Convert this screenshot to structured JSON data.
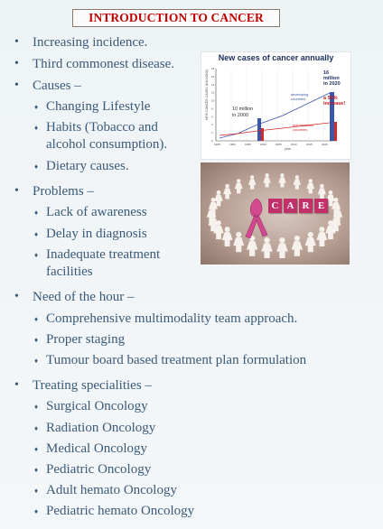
{
  "title": "INTRODUCTION TO CANCER",
  "bullets": {
    "b1": "Increasing incidence.",
    "b2": "Third commonest disease.",
    "b3": "Causes –",
    "b3a": "Changing Lifestyle",
    "b3b_line1": "Habits (Tobacco and",
    "b3b_line2": "alcohol consumption).",
    "b3c": "Dietary causes.",
    "b4": "Problems –",
    "b4a": "Lack of awareness",
    "b4b": "Delay in diagnosis",
    "b4c_line1": "Inadequate treatment",
    "b4c_line2": "facilities",
    "b5": "Need of the hour –",
    "b5a": "Comprehensive multimodality team approach.",
    "b5b": "Proper staging",
    "b5c": "Tumour board based treatment plan formulation",
    "b6": "Treating specialities –",
    "b6a": "Surgical Oncology",
    "b6b": "Radiation Oncology",
    "b6c": "Medical Oncology",
    "b6d": "Pediatric Oncology",
    "b6e": "Adult hemato Oncology",
    "b6f": "Pediatric hemato Oncology"
  },
  "figure": {
    "title": "New cases of cancer annually",
    "label_2000": "10 million\nin 2000",
    "label_2020": "16\nmillion\nin 2020",
    "increase": "a 50%\nincrease!",
    "developing": "developing\ncountries",
    "industrialized": "industrialized\ncountries",
    "ylabel": "NEW CANCER CASES (MILLIONS)",
    "xlabel": "year",
    "ticks_x": [
      "1985",
      "1990",
      "1995",
      "2000",
      "2005",
      "2010",
      "2015",
      "2020"
    ],
    "ticks_y": [
      "0",
      "2",
      "4",
      "6",
      "8",
      "10",
      "12",
      "14",
      "16",
      "18"
    ],
    "colors": {
      "developing": "#3b55a8",
      "industrialized": "#d22a2a",
      "text_red": "#c01818",
      "text_dark": "#1a2f5a"
    }
  },
  "photo": {
    "letters": [
      "C",
      "A",
      "R",
      "E"
    ],
    "ribbon_color": "#d24a8e"
  }
}
